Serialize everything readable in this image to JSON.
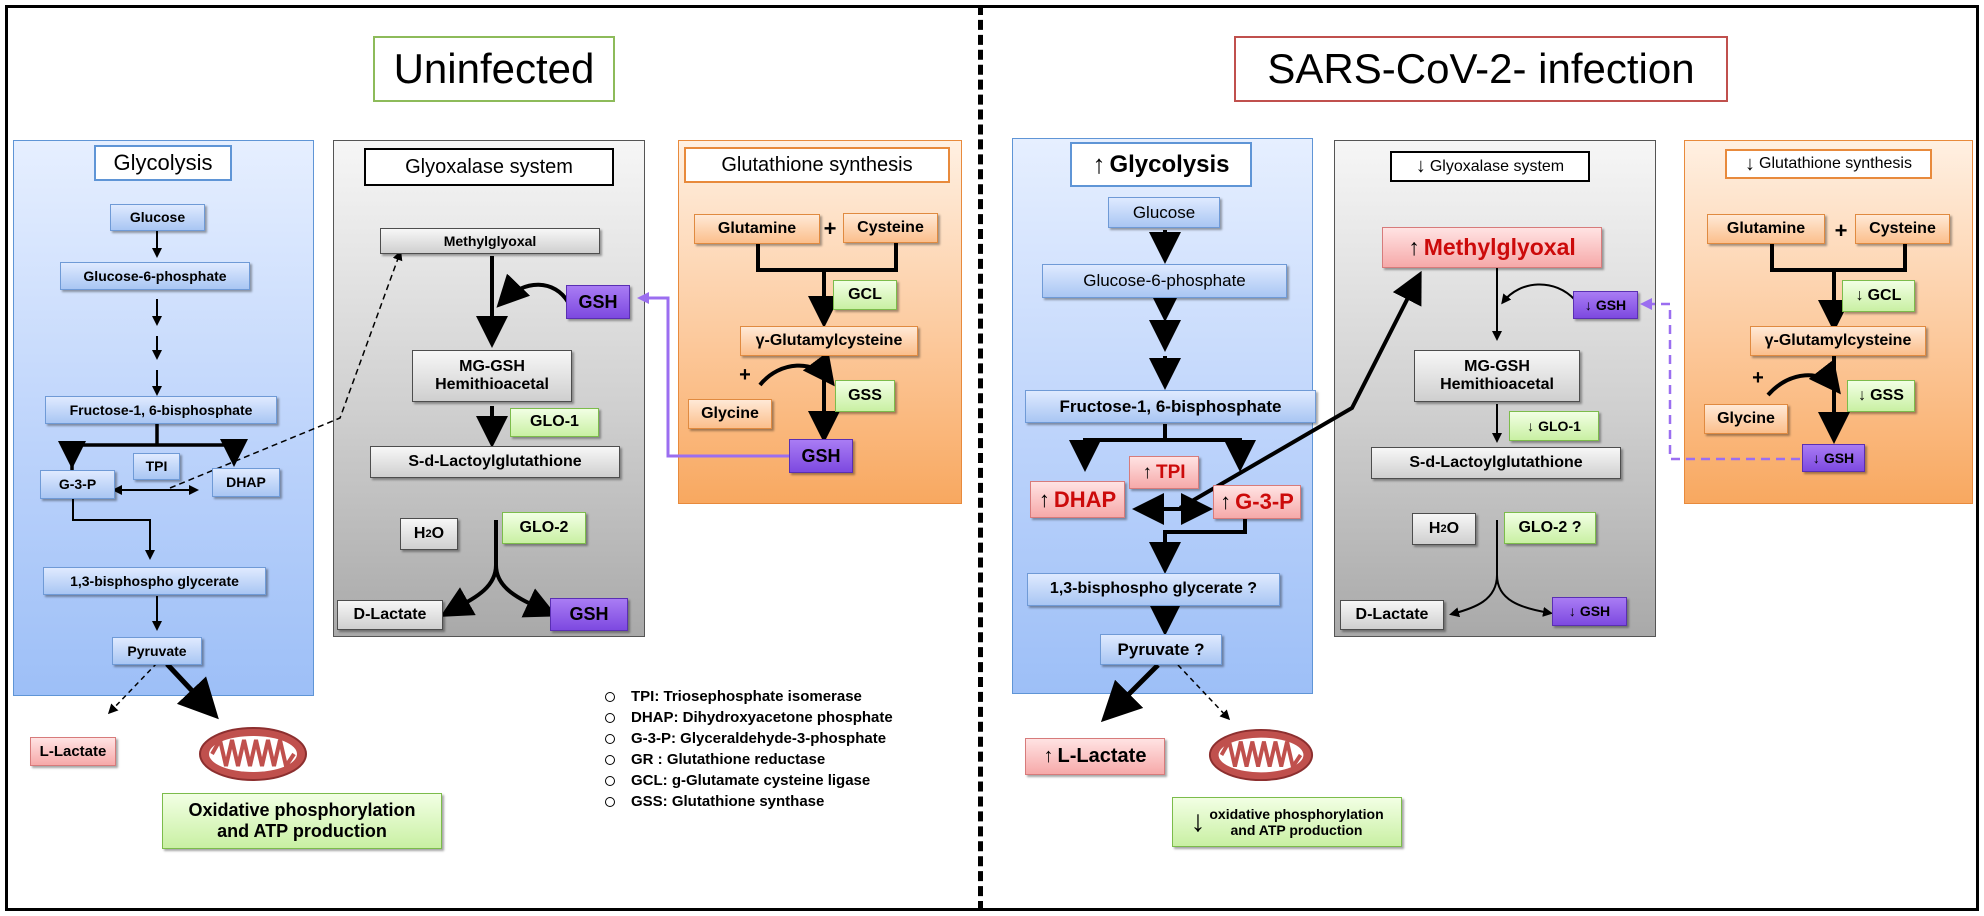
{
  "titles": {
    "left": "Uninfected",
    "right": "SARS-CoV-2- infection"
  },
  "uninfected": {
    "glycolysis": {
      "title": "Glycolysis",
      "glucose": "Glucose",
      "g6p": "Glucose-6-phosphate",
      "f16bp": "Fructose-1, 6-bisphosphate",
      "tpi": "TPI",
      "g3p": "G-3-P",
      "dhap": "DHAP",
      "bpg": "1,3-bisphospho glycerate",
      "pyruvate": "Pyruvate"
    },
    "glyoxalase": {
      "title": "Glyoxalase system",
      "methylglyoxal": "Methylglyoxal",
      "gsh_in": "GSH",
      "mg_gsh_line1": "MG-GSH",
      "mg_gsh_line2": "Hemithioacetal",
      "glo1": "GLO-1",
      "slg": "S-d-Lactoylglutathione",
      "h2o": "H",
      "h2o_sub": "2",
      "h2o_end": "O",
      "glo2": "GLO-2",
      "d_lactate": "D-Lactate",
      "gsh_out": "GSH"
    },
    "glutathione": {
      "title": "Glutathione synthesis",
      "glutamine": "Glutamine",
      "plus": "+",
      "cysteine": "Cysteine",
      "gcl": "GCL",
      "ggc": "γ-Glutamylcysteine",
      "glycine": "Glycine",
      "gss": "GSS",
      "gsh": "GSH"
    },
    "l_lactate": "L-Lactate",
    "oxphos_line1": "Oxidative phosphorylation",
    "oxphos_line2": "and ATP production"
  },
  "legend": [
    "TPI: Triosephosphate isomerase",
    "DHAP: Dihydroxyacetone phosphate",
    "G-3-P: Glyceraldehyde-3-phosphate",
    "GR : Glutathione reductase",
    "GCL: g-Glutamate cysteine ligase",
    "GSS: Glutathione synthase"
  ],
  "infected": {
    "glycolysis": {
      "title": "Glycolysis",
      "title_arrow": "↑",
      "glucose": "Glucose",
      "g6p": "Glucose-6-phosphate",
      "f16bp": "Fructose-1, 6-bisphosphate",
      "tpi": "TPI",
      "tpi_arrow": "↑",
      "dhap": "DHAP",
      "dhap_arrow": "↑",
      "g3p": "G-3-P",
      "g3p_arrow": "↑",
      "bpg": "1,3-bisphospho glycerate ?",
      "pyruvate": "Pyruvate ?"
    },
    "glyoxalase": {
      "title": "Glyoxalase system",
      "title_arrow": "↓",
      "methylglyoxal": "Methylglyoxal",
      "methylglyoxal_arrow": "↑",
      "gsh_in": "GSH",
      "gsh_in_arrow": "↓",
      "mg_gsh_line1": "MG-GSH",
      "mg_gsh_line2": "Hemithioacetal",
      "glo1": "GLO-1",
      "glo1_arrow": "↓",
      "slg": "S-d-Lactoylglutathione",
      "h2o": "H",
      "h2o_sub": "2",
      "h2o_end": "O",
      "glo2": "GLO-2 ?",
      "d_lactate": "D-Lactate",
      "gsh_out": "GSH",
      "gsh_out_arrow": "↓"
    },
    "glutathione": {
      "title": "Glutathione synthesis",
      "title_arrow": "↓",
      "glutamine": "Glutamine",
      "plus": "+",
      "cysteine": "Cysteine",
      "gcl": "GCL",
      "gcl_arrow": "↓",
      "ggc": "γ-Glutamylcysteine",
      "glycine": "Glycine",
      "gss": "GSS",
      "gss_arrow": "↓",
      "gsh": "GSH",
      "gsh_arrow": "↓",
      "plus2": "+"
    },
    "l_lactate": "L-Lactate",
    "l_lactate_arrow": "↑",
    "oxphos_line1": "oxidative phosphorylation",
    "oxphos_line2": "and ATP production",
    "oxphos_arrow": "↓"
  },
  "colors": {
    "gsh_link": "#9b6ef0",
    "red_text": "#cc0a0a",
    "title_left_border": "#8dbb5a",
    "title_right_border": "#c0504d"
  }
}
